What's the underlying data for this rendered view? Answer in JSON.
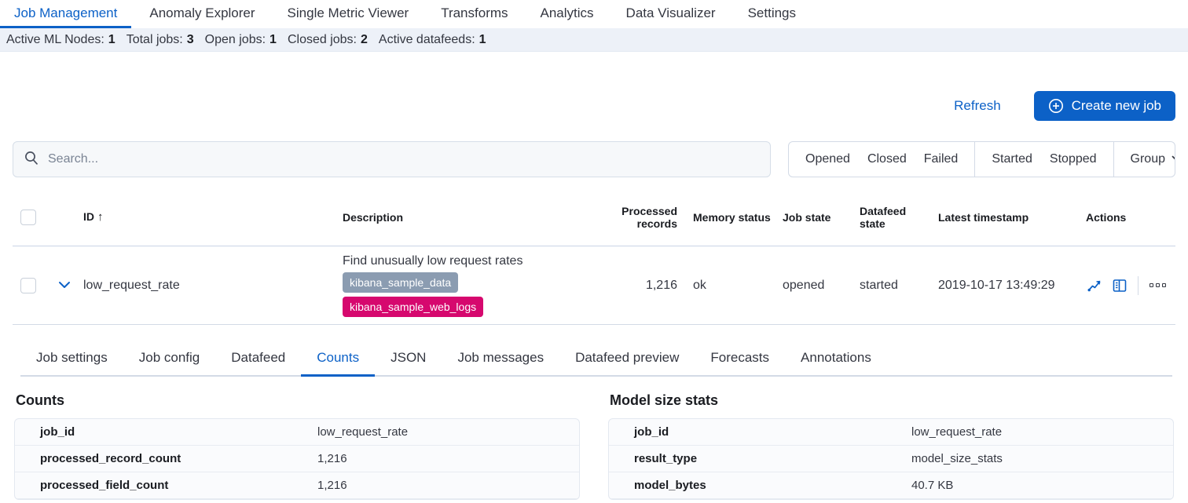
{
  "colors": {
    "primary": "#0c61c7",
    "badge_slate": "#8b9cb1",
    "badge_pink": "#d6086e",
    "statsbar_bg": "#edf1f8"
  },
  "nav": {
    "tabs": [
      {
        "label": "Job Management"
      },
      {
        "label": "Anomaly Explorer"
      },
      {
        "label": "Single Metric Viewer"
      },
      {
        "label": "Transforms"
      },
      {
        "label": "Analytics"
      },
      {
        "label": "Data Visualizer"
      },
      {
        "label": "Settings"
      }
    ],
    "active": "Job Management"
  },
  "stats": {
    "items": [
      {
        "label": "Active ML Nodes:",
        "value": "1"
      },
      {
        "label": "Total jobs:",
        "value": "3"
      },
      {
        "label": "Open jobs:",
        "value": "1"
      },
      {
        "label": "Closed jobs:",
        "value": "2"
      },
      {
        "label": "Active datafeeds:",
        "value": "1"
      }
    ]
  },
  "toolbar": {
    "refresh_label": "Refresh",
    "create_label": "Create new job",
    "create_icon": "circled-plus"
  },
  "search": {
    "placeholder": "Search...",
    "icon": "magnifier"
  },
  "filters": {
    "job_state_buttons": [
      "Opened",
      "Closed",
      "Failed"
    ],
    "datafeed_state_buttons": [
      "Started",
      "Stopped"
    ],
    "group_label": "Group",
    "group_icon": "chevron-down"
  },
  "table": {
    "headers": {
      "id": "ID",
      "sort_icon": "↑",
      "description": "Description",
      "processed_records": "Processed records",
      "memory_status": "Memory status",
      "job_state": "Job state",
      "datafeed_state": "Datafeed state",
      "latest_timestamp": "Latest timestamp",
      "actions": "Actions"
    },
    "row": {
      "id": "low_request_rate",
      "description": "Find unusually low request rates",
      "badges": [
        {
          "label": "kibana_sample_data",
          "color": "#8b9cb1"
        },
        {
          "label": "kibana_sample_web_logs",
          "color": "#d6086e"
        }
      ],
      "processed_records": "1,216",
      "memory_status": "ok",
      "job_state": "opened",
      "datafeed_state": "started",
      "latest_timestamp": "2019-10-17 13:49:29",
      "action_icons": [
        "single-metric-viewer-chart",
        "anomaly-explorer-panel",
        "boxes-horizontal-menu"
      ]
    }
  },
  "detail_tabs": {
    "items": [
      "Job settings",
      "Job config",
      "Datafeed",
      "Counts",
      "JSON",
      "Job messages",
      "Datafeed preview",
      "Forecasts",
      "Annotations"
    ],
    "active": "Counts"
  },
  "counts_panel": {
    "title": "Counts",
    "rows": [
      {
        "key": "job_id",
        "value": "low_request_rate"
      },
      {
        "key": "processed_record_count",
        "value": "1,216"
      },
      {
        "key": "processed_field_count",
        "value": "1,216"
      }
    ]
  },
  "model_panel": {
    "title": "Model size stats",
    "rows": [
      {
        "key": "job_id",
        "value": "low_request_rate"
      },
      {
        "key": "result_type",
        "value": "model_size_stats"
      },
      {
        "key": "model_bytes",
        "value": "40.7 KB"
      }
    ]
  }
}
